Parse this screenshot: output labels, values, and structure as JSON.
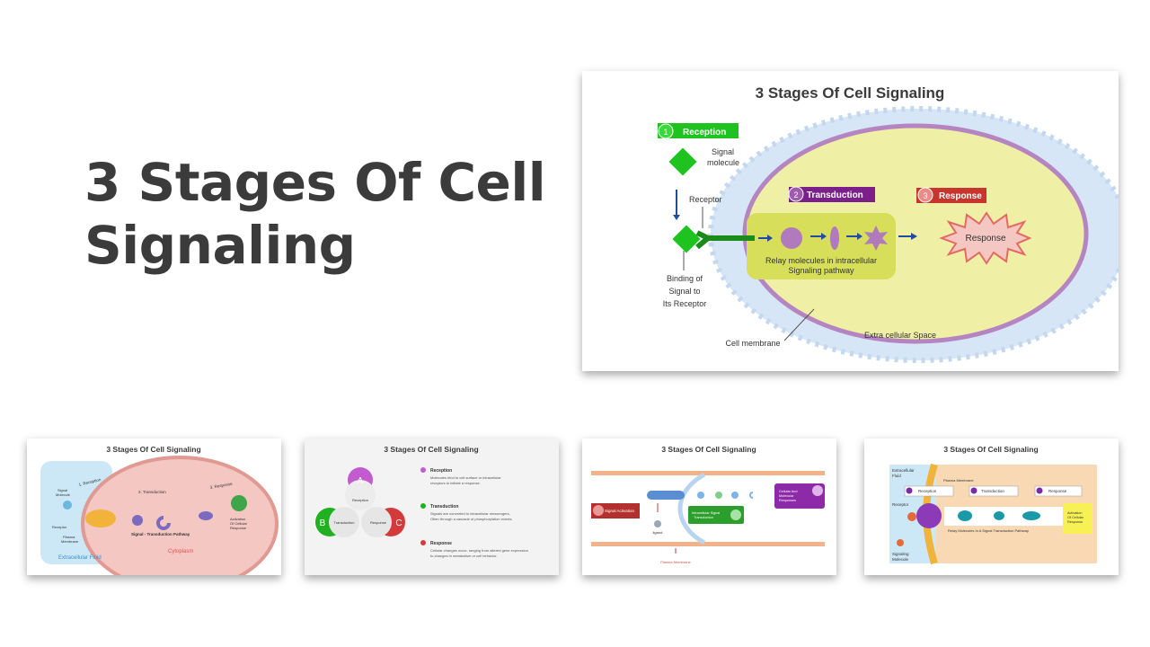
{
  "title": "3 Stages Of Cell Signaling",
  "main_slide": {
    "title": "3 Stages Of Cell Signaling",
    "stage1": {
      "num": "1",
      "label": "Reception"
    },
    "stage2": {
      "num": "2",
      "label": "Transduction"
    },
    "stage3": {
      "num": "3",
      "label": "Response"
    },
    "signal_molecule": [
      "Signal",
      "molecule"
    ],
    "receptor": "Receptor",
    "binding": [
      "Binding of",
      "Signal to",
      "Its Receptor"
    ],
    "relay": [
      "Relay molecules  in intracellular",
      "Signaling pathway"
    ],
    "response_burst": "Response",
    "cell_membrane": "Cell membrane",
    "extra_space": "Extra cellular Space"
  },
  "thumb1": {
    "title": "3 Stages Of Cell Signaling",
    "reception": "1. Reception",
    "transduction": "2. Transduction",
    "response": "3. Response",
    "signal_molecule": [
      "Signal",
      "Molecule"
    ],
    "receptor": "Receptor",
    "plasma": [
      "Plasma",
      "Membrane"
    ],
    "pathway": "Signal - Transduction Pathway",
    "activation": [
      "Activation",
      "Of Cellular",
      "Response"
    ],
    "fluid": "Extracellular Fluid",
    "cytoplasm": "Cytoplasm"
  },
  "thumb2": {
    "title": "3 Stages Of Cell Signaling",
    "a": "A",
    "b": "B",
    "c": "C",
    "reception_small": "Reception",
    "transduction_small": "Transduction",
    "response_small": "Response",
    "items": [
      {
        "head": "Reception",
        "body": [
          "Molecules bind to cell surface or intracellular",
          "receptors to initiate a response."
        ]
      },
      {
        "head": "Transduction",
        "body": [
          "Signals are converted to intracellular messengers,",
          "Often through a cascade of phosphorylation events."
        ]
      },
      {
        "head": "Response",
        "body": [
          "Cellular changes occur, ranging from altered gene expression",
          "to changes in metabolism or cell behavior."
        ]
      }
    ]
  },
  "thumb3": {
    "title": "3 Stages Of Cell Signaling",
    "signal_activation": "Signal Activation",
    "intracellular": [
      "Intracellular Signal",
      "Transduction"
    ],
    "cellular": [
      "Cellular And",
      "Molecular",
      "Responses"
    ],
    "ligand": "ligand",
    "plasma": "Plasma Membrane"
  },
  "thumb4": {
    "title": "3 Stages Of Cell Signaling",
    "fluid": [
      "Extracellular",
      "Fluid"
    ],
    "plasma": "Plasma Membrane",
    "reception": "Reception",
    "transduction": "Transduction",
    "response": "Response",
    "receptor": "Receptor",
    "relay": "Relay Molecules In A Signal Transduction Pathway",
    "signaling": [
      "Signaling",
      "Molecule"
    ],
    "activation": [
      "Activation",
      "Of Cellular",
      "Response"
    ]
  }
}
